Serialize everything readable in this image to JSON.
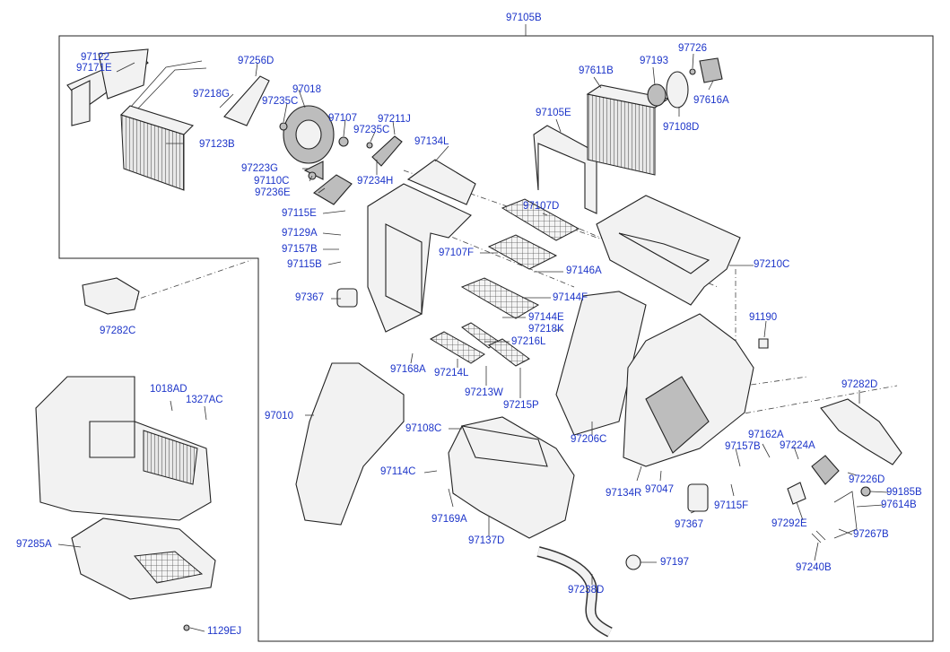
{
  "title": "97105B",
  "labels": {
    "l97122": "97122",
    "l97171E": "97171E",
    "l97256D": "97256D",
    "l97218G": "97218G",
    "l97018": "97018",
    "l97235C_a": "97235C",
    "l97107": "97107",
    "l97211J": "97211J",
    "l97235C_b": "97235C",
    "l97123B": "97123B",
    "l97134L": "97134L",
    "l97223G": "97223G",
    "l97110C": "97110C",
    "l97234H": "97234H",
    "l97236E": "97236E",
    "l97115E": "97115E",
    "l97129A": "97129A",
    "l97157B_a": "97157B",
    "l97115B": "97115B",
    "l97611B": "97611B",
    "l97193": "97193",
    "l97726": "97726",
    "l97616A": "97616A",
    "l97105E": "97105E",
    "l97108D": "97108D",
    "l97107D": "97107D",
    "l97107F": "97107F",
    "l97146A": "97146A",
    "l97210C": "97210C",
    "l97367_a": "97367",
    "l97144F": "97144F",
    "l97144E": "97144E",
    "l97218K": "97218K",
    "l91190": "91190",
    "l97216L": "97216L",
    "l97168A": "97168A",
    "l97214L": "97214L",
    "l97213W": "97213W",
    "l97215P": "97215P",
    "l97282C": "97282C",
    "l1018AD": "1018AD",
    "l1327AC": "1327AC",
    "l97010": "97010",
    "l97108C": "97108C",
    "l97206C": "97206C",
    "l97282D": "97282D",
    "l97162A": "97162A",
    "l97157B_b": "97157B",
    "l97224A": "97224A",
    "l97114C": "97114C",
    "l97134R": "97134R",
    "l97047": "97047",
    "l97226D": "97226D",
    "l99185B": "99185B",
    "l97614B": "97614B",
    "l97367_b": "97367",
    "l97115F": "97115F",
    "l97169A": "97169A",
    "l97292E": "97292E",
    "l97267B": "97267B",
    "l97285A": "97285A",
    "l97137D": "97137D",
    "l97197": "97197",
    "l97240B": "97240B",
    "l97238D": "97238D",
    "l1129EJ": "1129EJ"
  },
  "colors": {
    "label": "#1d35c9",
    "line": "#222222",
    "background": "#ffffff"
  }
}
